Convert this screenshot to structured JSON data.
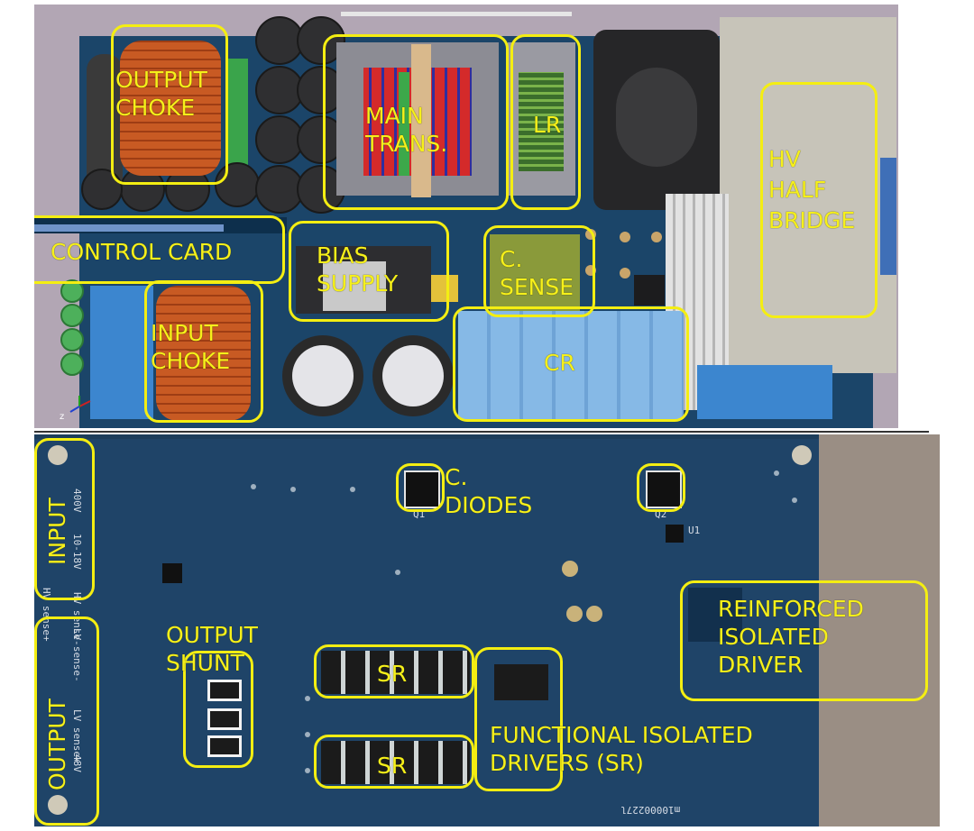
{
  "colors": {
    "label_outline": "#f4ee12",
    "label_text": "#f6f01a",
    "top_background": "#b2a6b4",
    "top_board": "#1b4569",
    "bottom_board": "#1f4468"
  },
  "top_labels": {
    "output_choke": "OUTPUT\nCHOKE",
    "main_trans": "MAIN\nTRANS.",
    "lr": "LR",
    "hv_half_bridge": "HV\nHALF\nBRIDGE",
    "control_card": "CONTROL CARD",
    "bias_supply": "BIAS\nSUPPLY",
    "c_sense": "C.\nSENSE",
    "input_choke": "INPUT\nCHOKE",
    "cr": "CR"
  },
  "bottom_labels": {
    "c_diodes": "C.\nDIODES",
    "input": "INPUT",
    "reinforced_isolated_driver": "REINFORCED\nISOLATED\nDRIVER",
    "output_shunt": "OUTPUT\nSHUNT",
    "sr_top": "SR",
    "sr_bottom": "SR",
    "functional_isolated_drivers": "FUNCTIONAL ISOLATED\nDRIVERS (SR)",
    "output": "OUTPUT"
  },
  "silkscreen": {
    "hv_sense_plus": "HV sense+",
    "hv_sense_minus": "HV sense-",
    "lv_sense_minus": "LV sense-",
    "lv_sense_plus": "LV sense+",
    "v400": "400V",
    "v10_18": "10-18V",
    "v48": "48V",
    "board_id": "m10000227l",
    "q1": "Q1",
    "q2": "Q2",
    "u1": "U1"
  },
  "icons": [
    "axis-triad-icon"
  ]
}
